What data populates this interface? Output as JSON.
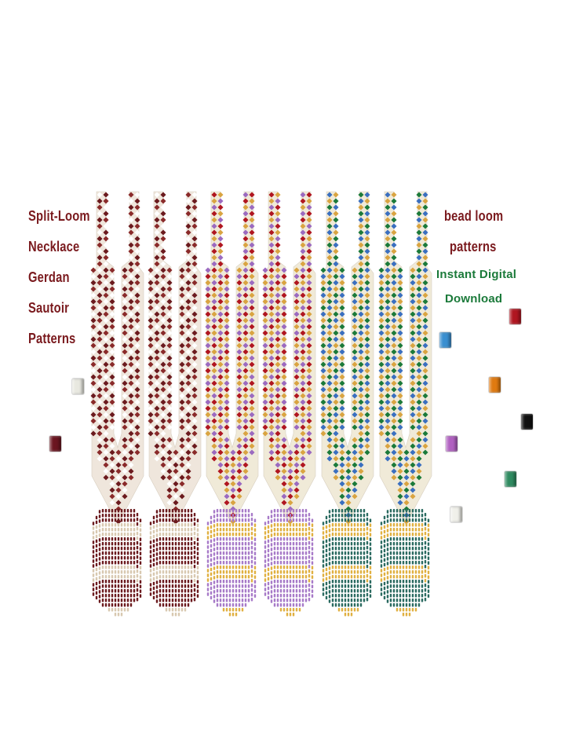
{
  "left_labels": [
    "Split-Loom",
    "Necklace",
    "Gerdan",
    "Sautoir",
    "Patterns"
  ],
  "right_labels": [
    "bead loom",
    "patterns"
  ],
  "right_green_labels": [
    "Instant Digital",
    "Download"
  ],
  "swatches": [
    {
      "name": "white-bead-swatch",
      "color": "#e8e8e0"
    },
    {
      "name": "maroon-bead-swatch",
      "color": "#6b1520"
    },
    {
      "name": "red-bead-swatch",
      "color": "#b01620"
    },
    {
      "name": "blue-bead-swatch",
      "color": "#3a8fd0"
    },
    {
      "name": "orange-bead-swatch",
      "color": "#e07a10"
    },
    {
      "name": "black-bead-swatch",
      "color": "#111111"
    },
    {
      "name": "purple-bead-swatch",
      "color": "#b060c0"
    },
    {
      "name": "green-bead-swatch",
      "color": "#2f8a60"
    },
    {
      "name": "cream-bead-swatch",
      "color": "#f0f0ea"
    }
  ],
  "palettes": {
    "maroon": {
      "bg": "#efe6dc",
      "main": "#6b1a1e",
      "accent": "#8a2a2a",
      "dot": "#ffffff",
      "fringe": "#6b1a1e",
      "fringe_alt": "#d8c8b0"
    },
    "purple": {
      "bg": "#f0ead8",
      "main": "#d9a441",
      "accent": "#9b6ac0",
      "dot": "#b01620",
      "fringe": "#a77ac8",
      "fringe_alt": "#e0b040"
    },
    "green": {
      "bg": "#f0ead8",
      "main": "#d9a441",
      "accent": "#1b7a3a",
      "dot": "#3a6fc0",
      "fringe": "#2a6a60",
      "fringe_alt": "#e0b040"
    }
  },
  "necklaces": [
    {
      "name": "necklace-maroon-1",
      "palette": "maroon"
    },
    {
      "name": "necklace-maroon-2",
      "palette": "maroon"
    },
    {
      "name": "necklace-purple-1",
      "palette": "purple"
    },
    {
      "name": "necklace-purple-2",
      "palette": "purple"
    },
    {
      "name": "necklace-green-1",
      "palette": "green"
    },
    {
      "name": "necklace-green-2",
      "palette": "green"
    }
  ]
}
